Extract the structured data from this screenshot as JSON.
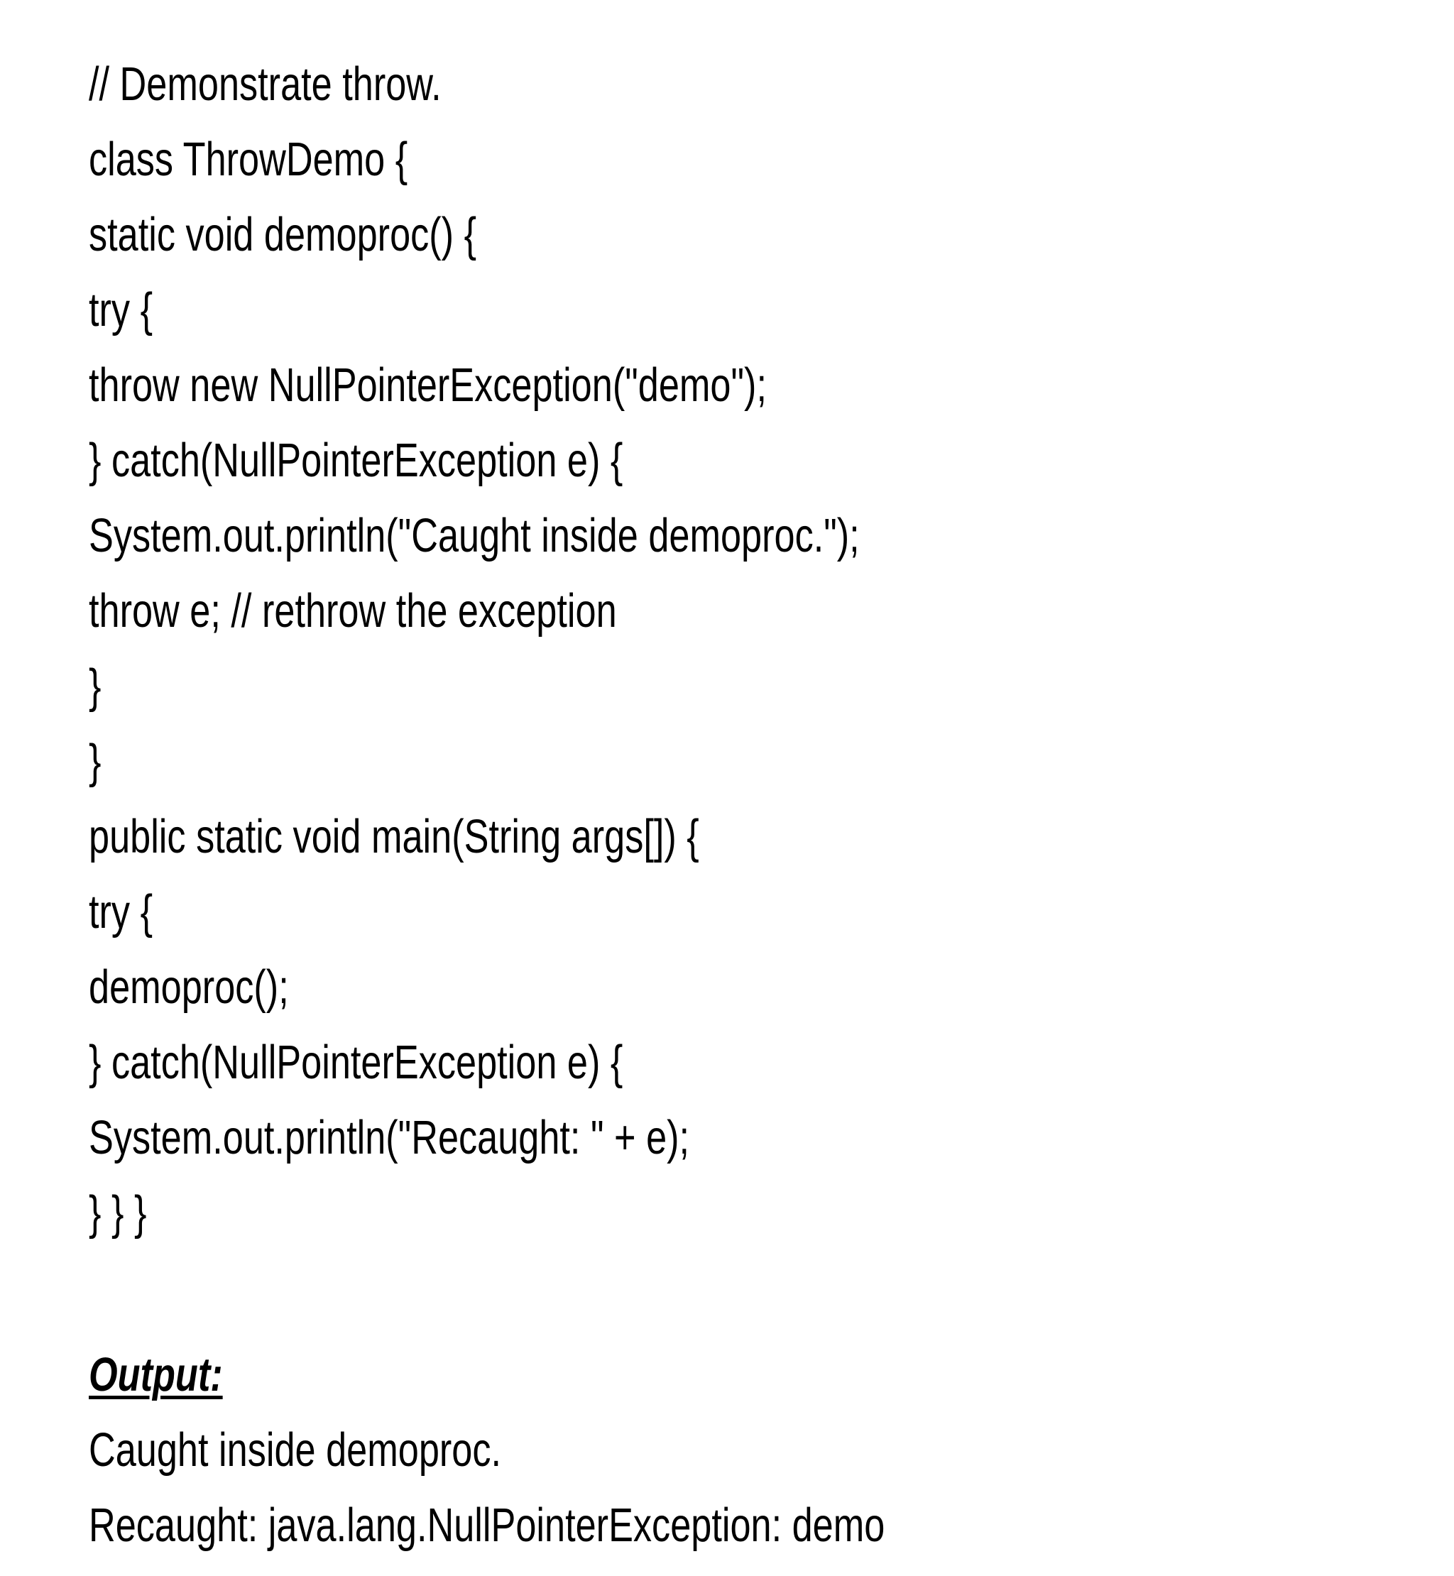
{
  "page": {
    "background": "#ffffff",
    "text_color": "#000000"
  },
  "code_block": {
    "lines": [
      "// Demonstrate throw.",
      "class ThrowDemo {",
      "static void demoproc() {",
      "try {",
      "throw new NullPointerException(\"demo\");",
      "} catch(NullPointerException e) {",
      "System.out.println(\"Caught inside demoproc.\");",
      "throw e; // rethrow the exception",
      "}",
      "}",
      "public static void main(String args[]) {",
      "try {",
      "demoproc();",
      "} catch(NullPointerException e) {",
      "System.out.println(\"Recaught: \" + e);",
      "} } }"
    ]
  },
  "output_section": {
    "heading": "Output:",
    "lines": [
      "Caught inside demoproc.",
      "Recaught: java.lang.NullPointerException: demo"
    ]
  }
}
